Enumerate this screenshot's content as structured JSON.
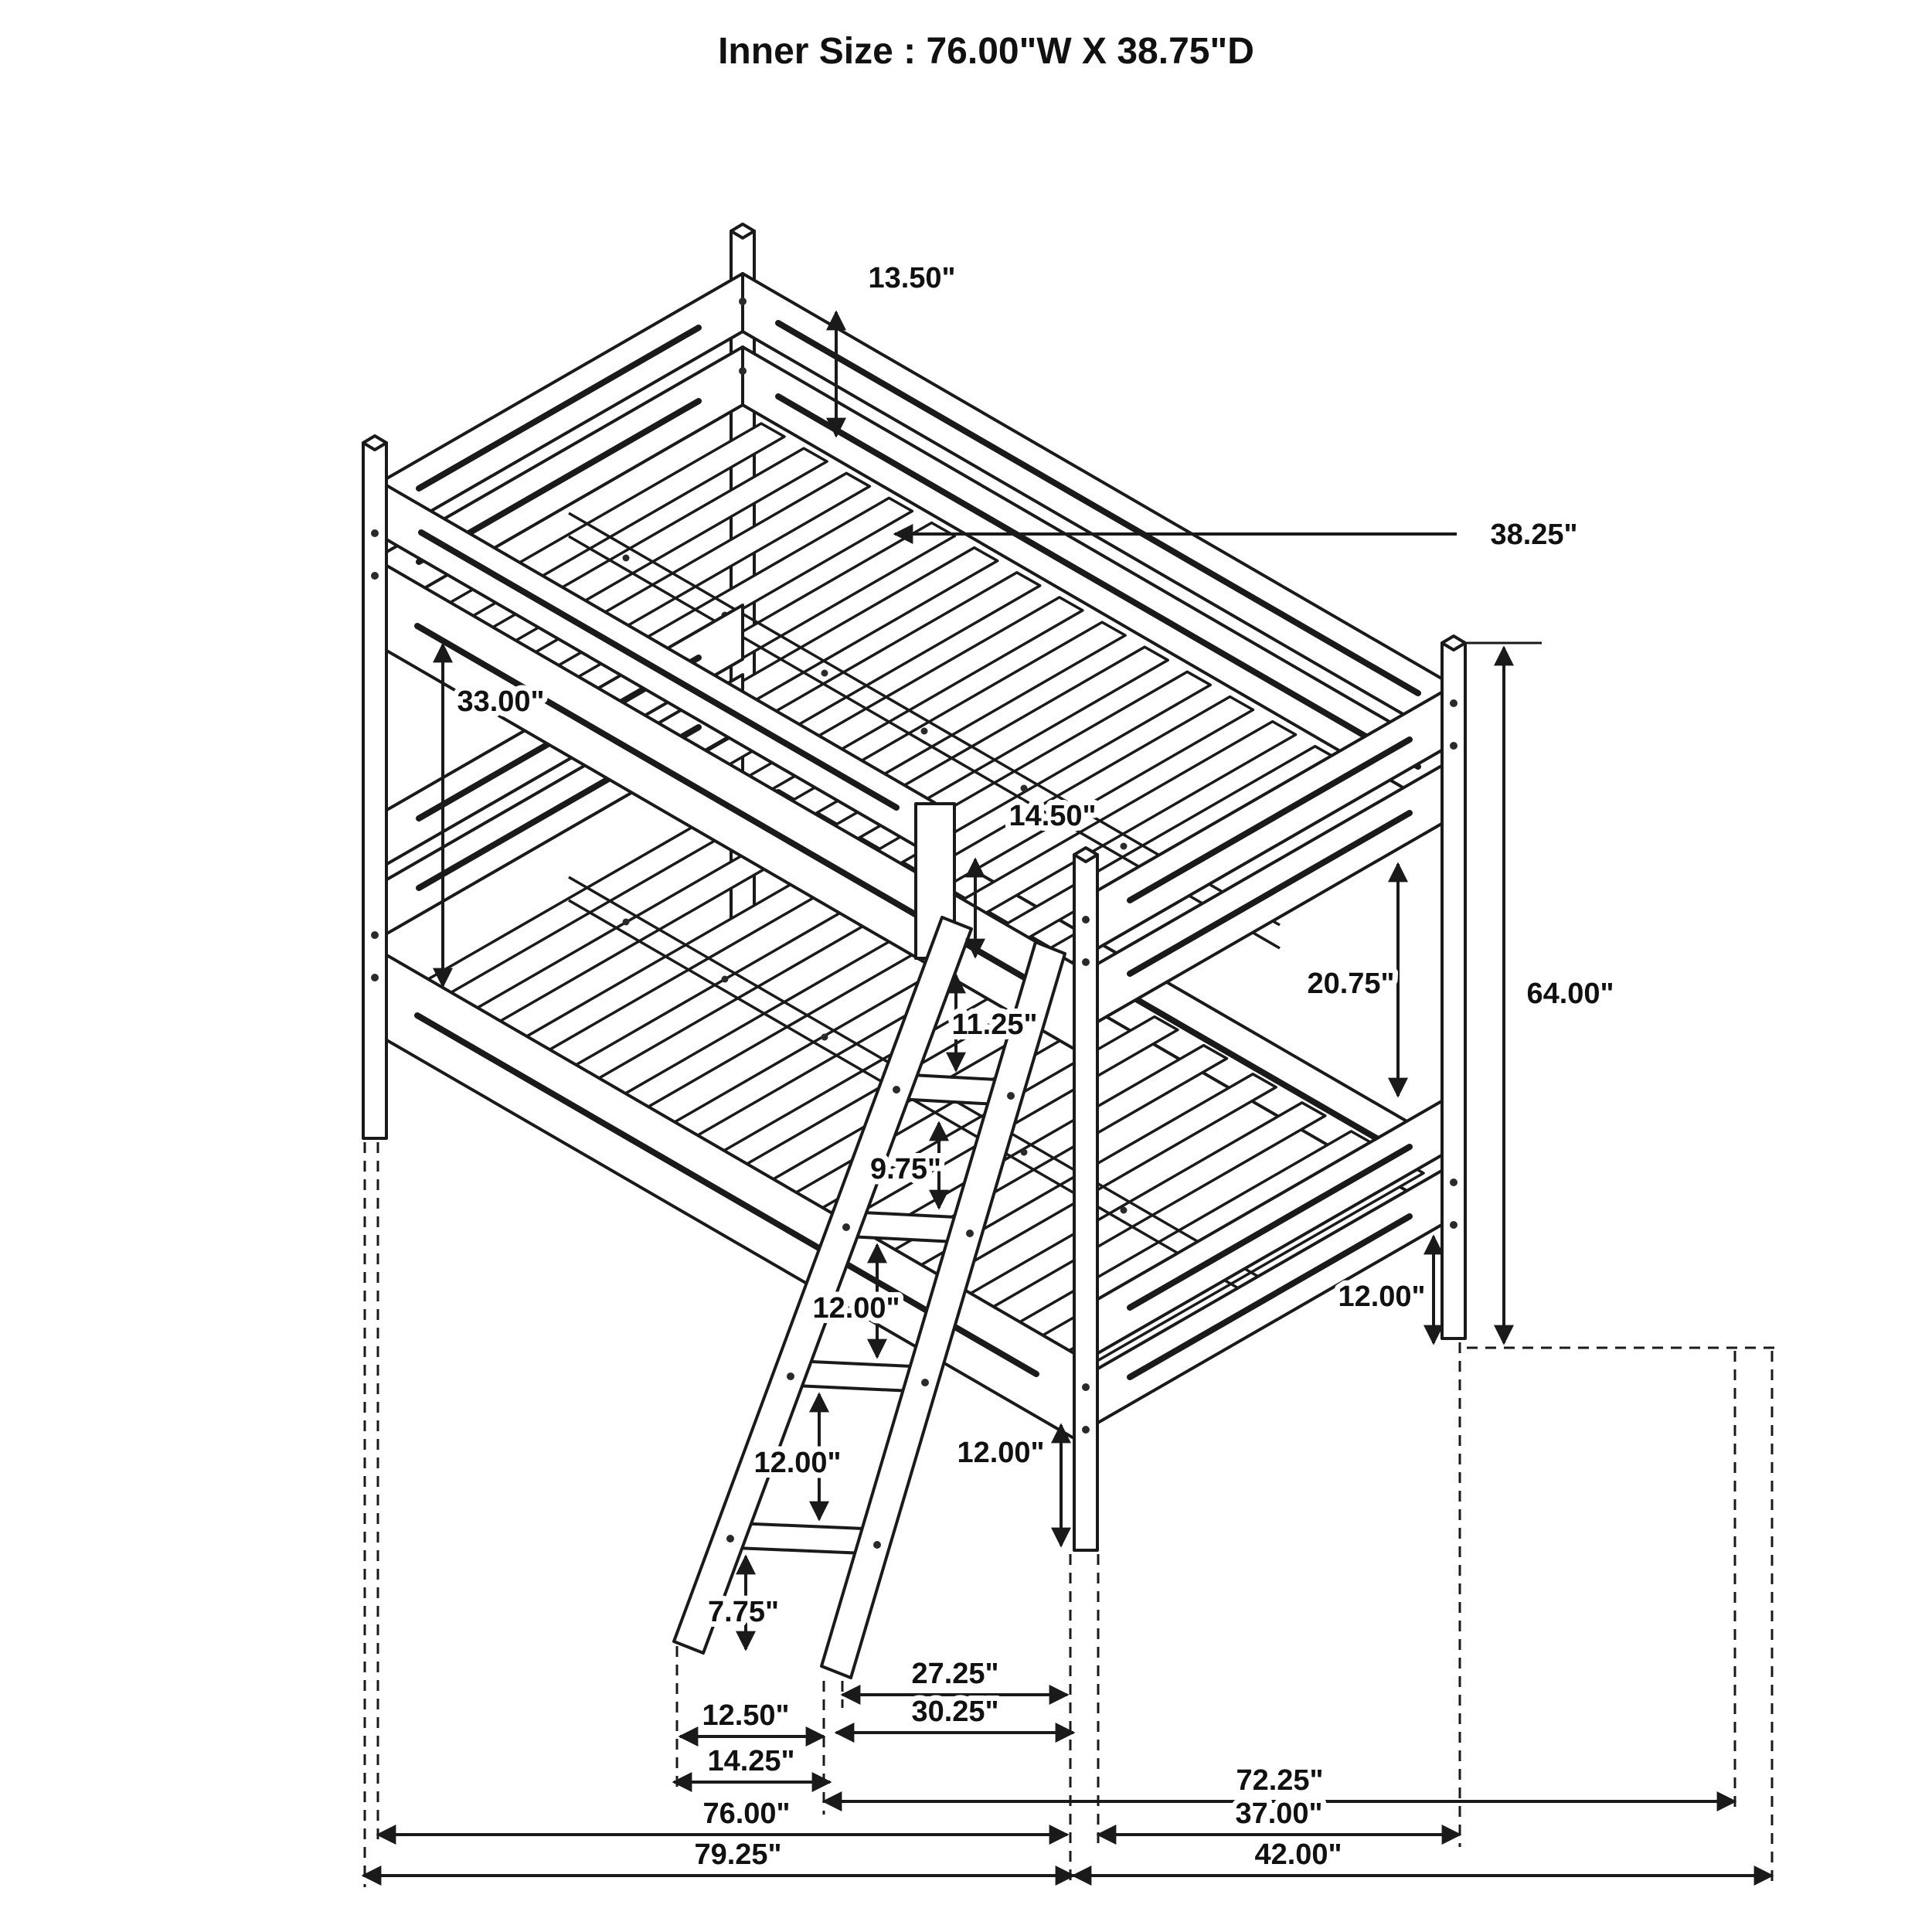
{
  "title": "Inner Size : 76.00\"W X 38.75\"D",
  "dimensions": {
    "headboard_rail_height": "13.50\"",
    "slat_length": "38.25\"",
    "guardrail_to_lower_rail": "33.00\"",
    "guardrail_end_height": "14.50\"",
    "bunk_clearance": "20.75\"",
    "overall_height": "64.00\"",
    "ladder_step_top": "11.25\"",
    "ladder_step_2": "9.75\"",
    "ladder_step_3": "12.00\"",
    "ladder_step_4": "12.00\"",
    "ladder_step_bottom": "7.75\"",
    "foot_post_bottom": "12.00\"",
    "center_post_bottom": "12.00\"",
    "ladder_foot_to_post_inner": "27.25\"",
    "ladder_foot_to_post_outer": "30.25\"",
    "ladder_feet_inner": "12.50\"",
    "ladder_feet_outer": "14.25\"",
    "lower_frame_length": "72.25\"",
    "inner_length": "76.00\"",
    "foot_inner_width": "37.00\"",
    "overall_length": "79.25\"",
    "overall_depth": "42.00\""
  }
}
